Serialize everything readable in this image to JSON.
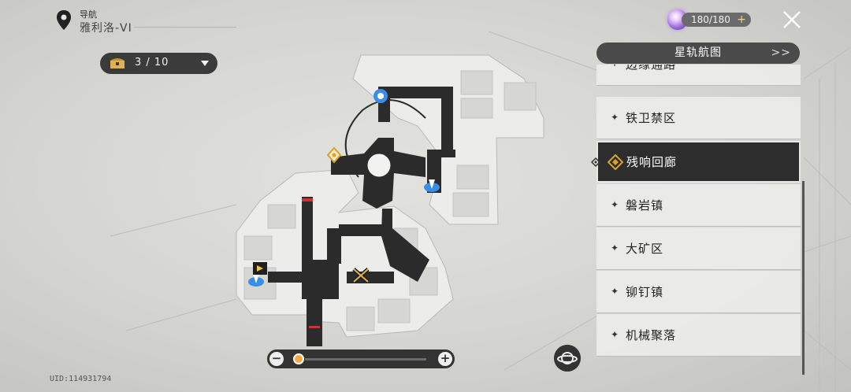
{
  "header": {
    "nav_label": "导航",
    "place": "雅利洛-VI",
    "icons": [
      "location-pin-icon",
      "close-icon"
    ]
  },
  "stamina": {
    "value": "180/180",
    "plus": "+",
    "icon": "trailblaze-power-icon"
  },
  "chest_counter": {
    "icon": "treasure-chest-icon",
    "value": "3 / 10",
    "dropdown_icon": "caret-down-icon"
  },
  "zoom": {
    "minus": "−",
    "plus": "+",
    "level": 0.0
  },
  "uid": "UID:114931794",
  "panel": {
    "title": "星轨航图",
    "title_icon": "double-chevron-right-icon",
    "regions": [
      {
        "name": "边缘通路",
        "selected": false
      },
      {
        "name": "铁卫禁区",
        "selected": false
      },
      {
        "name": "残响回廊",
        "selected": true
      },
      {
        "name": "磐岩镇",
        "selected": false
      },
      {
        "name": "大矿区",
        "selected": false
      },
      {
        "name": "铆钉镇",
        "selected": false
      },
      {
        "name": "机械聚落",
        "selected": false
      }
    ]
  },
  "map_icons": [
    "teleport-anchor-icon",
    "space-anchor-icon",
    "calyx-icon",
    "exit-door-icon",
    "mission-marker-icon"
  ],
  "colors": {
    "accent_gold": "#d9a32a",
    "anchor_blue": "#3a8ee8",
    "panel_dark": "#2d2d2d"
  }
}
